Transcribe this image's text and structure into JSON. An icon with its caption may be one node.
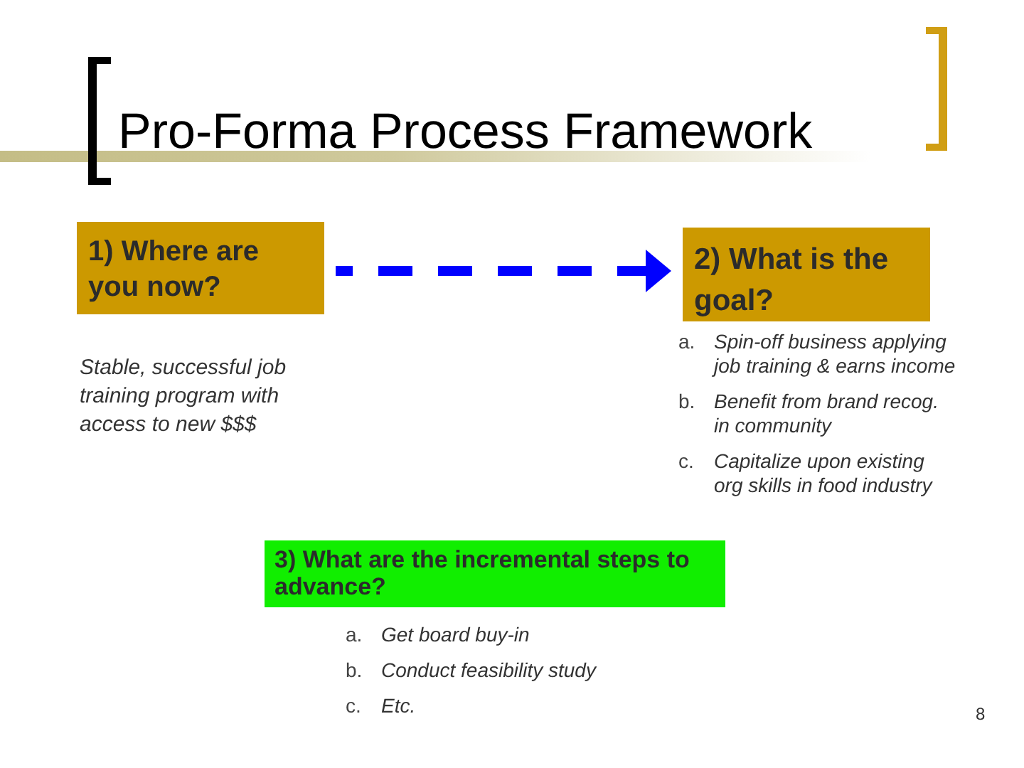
{
  "diagram": {
    "title": "Pro-Forma Process Framework",
    "nodes": [
      {
        "text": [
          "1) Where are you now?"
        ],
        "beside": [
          "Stable, successful job training program with access to new $$$"
        ]
      },
      {
        "text": [
          "2) What is the goal?"
        ],
        "beside": [
          "a.",
          "Spin-off business applying job training & earns income",
          "b.",
          "Benefit from brand recog. in community",
          "c.",
          "Capitalize upon existing org skills in food industry"
        ]
      },
      {
        "text": [
          "3) What are the incremental steps to advance?"
        ],
        "beside": [
          "a.",
          "Get board buy-in",
          "b.",
          "Conduct feasibility study",
          "c.",
          "Etc."
        ]
      }
    ],
    "edges": [
      {
        "from": 0,
        "to": 1,
        "arrow": "to",
        "style": "dashed",
        "color": "#0000ff"
      }
    ],
    "labels": [
      "8"
    ]
  }
}
